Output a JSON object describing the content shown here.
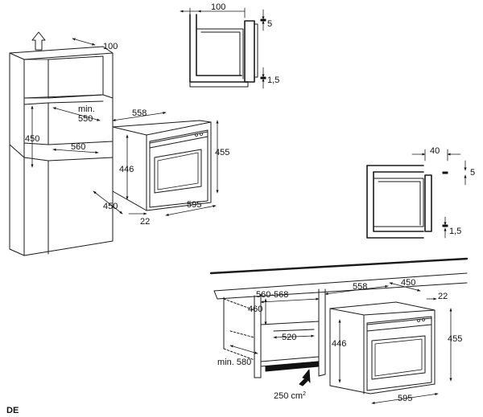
{
  "figure_a": {
    "labels": {
      "top_depth": "100",
      "niche_height": "450",
      "min_label": "min.",
      "niche_min_width": "550",
      "niche_width": "560",
      "front_depth": "450",
      "oven_width": "558",
      "oven_front_height": "446",
      "oven_height": "455",
      "oven_frame_width": "595",
      "door_depth": "22"
    }
  },
  "figure_b": {
    "labels": {
      "gap_top": "100",
      "gap_right": "5",
      "gap_bottom": "1,5"
    }
  },
  "figure_c": {
    "labels": {
      "gap_top": "40",
      "gap_right": "5",
      "gap_bottom": "1,5"
    }
  },
  "figure_d": {
    "labels": {
      "oven_width": "558",
      "oven_depth": "450",
      "door_depth": "22",
      "niche_height": "460",
      "niche_width": "560-568",
      "inner_width": "520",
      "niche_depth": "min. 580",
      "vent_area": "250 cm",
      "vent_unit_sup": "2",
      "oven_front_height": "446",
      "oven_height": "455",
      "frame_width": "595"
    }
  },
  "language_code": "DE"
}
